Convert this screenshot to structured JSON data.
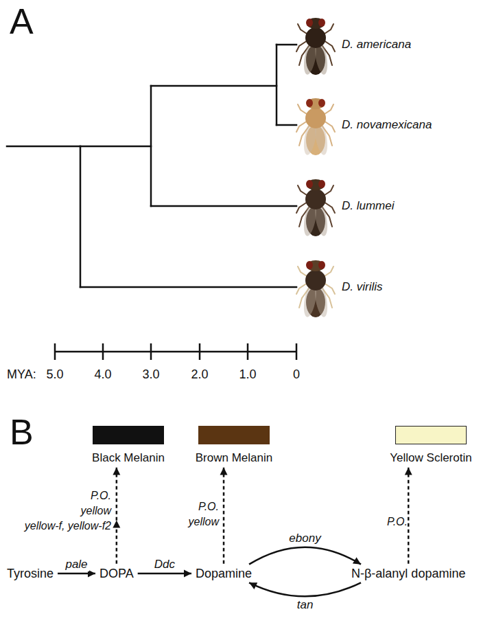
{
  "diagram": {
    "nodes": [
      {
        "text": [
          "Black Melanin"
        ]
      },
      {
        "text": [
          "Brown Melanin"
        ]
      },
      {
        "text": [
          "Yellow Sclerotin"
        ]
      },
      {
        "text": [
          "Tyrosine"
        ]
      },
      {
        "text": [
          "DOPA"
        ]
      },
      {
        "text": [
          "Dopamine"
        ]
      },
      {
        "text": [
          "N-β-alanyl dopamine"
        ]
      }
    ],
    "edges": [
      {
        "from": 3,
        "to": 4,
        "arrow": "to",
        "label": "pale"
      },
      {
        "from": 4,
        "to": 5,
        "arrow": "to",
        "label": "Ddc"
      },
      {
        "from": 5,
        "to": 6,
        "arrow": "to",
        "label": "ebony"
      },
      {
        "from": 6,
        "to": 5,
        "arrow": "to",
        "label": "tan"
      },
      {
        "from": 4,
        "to": 0,
        "arrow": "to"
      },
      {
        "from": 5,
        "to": 1,
        "arrow": "to"
      },
      {
        "from": 6,
        "to": 2,
        "arrow": "to"
      }
    ],
    "labels": [
      "A",
      "D. americana",
      "D. novamexicana",
      "D. lummei",
      "D. virilis",
      "MYA:",
      "5.0",
      "4.0",
      "3.0",
      "2.0",
      "1.0",
      "0",
      "B",
      "P.O.",
      "yellow",
      "yellow-f, yellow-f2",
      "P.O.",
      "yellow",
      "P.O."
    ]
  }
}
